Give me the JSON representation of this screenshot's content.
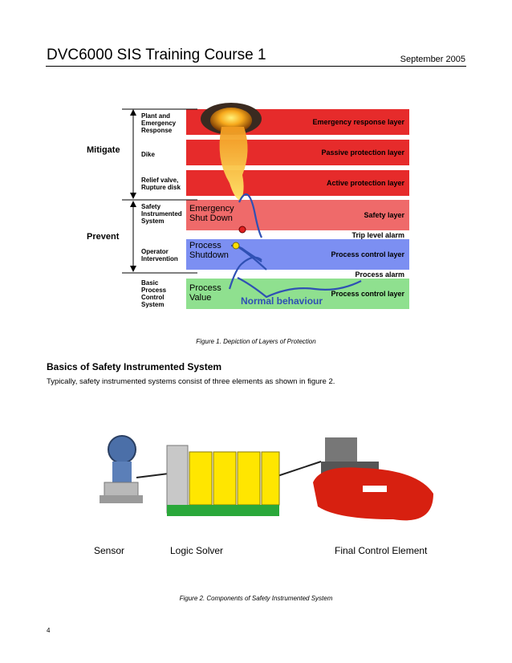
{
  "header": {
    "title": "DVC6000 SIS Training Course 1",
    "date": "September 2005"
  },
  "figure1": {
    "groups": {
      "mitigate": "Mitigate",
      "prevent": "Prevent"
    },
    "side_labels": [
      "Plant and Emergency Response",
      "Dike",
      "Relief valve, Rupture disk",
      "Safety Instrumented System",
      "Operator Intervention",
      "Basic Process Control System"
    ],
    "layers": [
      {
        "label": "Emergency response layer",
        "color": "#e62b2b"
      },
      {
        "label": "Passive protection layer",
        "color": "#e62b2b"
      },
      {
        "label": "Active protection layer",
        "color": "#e62b2b"
      },
      {
        "label": "Safety layer",
        "color": "#ef6a6a"
      },
      {
        "label": "Process control layer",
        "color": "#7c8ff2"
      },
      {
        "label": "Process control layer",
        "color": "#8fe08f"
      }
    ],
    "inner_labels": {
      "esd": "Emergency Shut Down",
      "psd": "Process Shutdown",
      "pv": "Process Value",
      "normal": "Normal behaviour"
    },
    "alarms": {
      "trip": "Trip level alarm",
      "process": "Process alarm"
    },
    "caption": "Figure 1. Depiction of Layers of Protection"
  },
  "section": {
    "heading": "Basics of Safety Instrumented System",
    "text": "Typically, safety instrumented systems consist of three elements as shown in figure 2."
  },
  "figure2": {
    "labels": {
      "sensor": "Sensor",
      "logic": "Logic Solver",
      "fce": "Final Control Element"
    },
    "caption": "Figure 2. Components of Safety Instrumented System"
  },
  "page_number": "4"
}
